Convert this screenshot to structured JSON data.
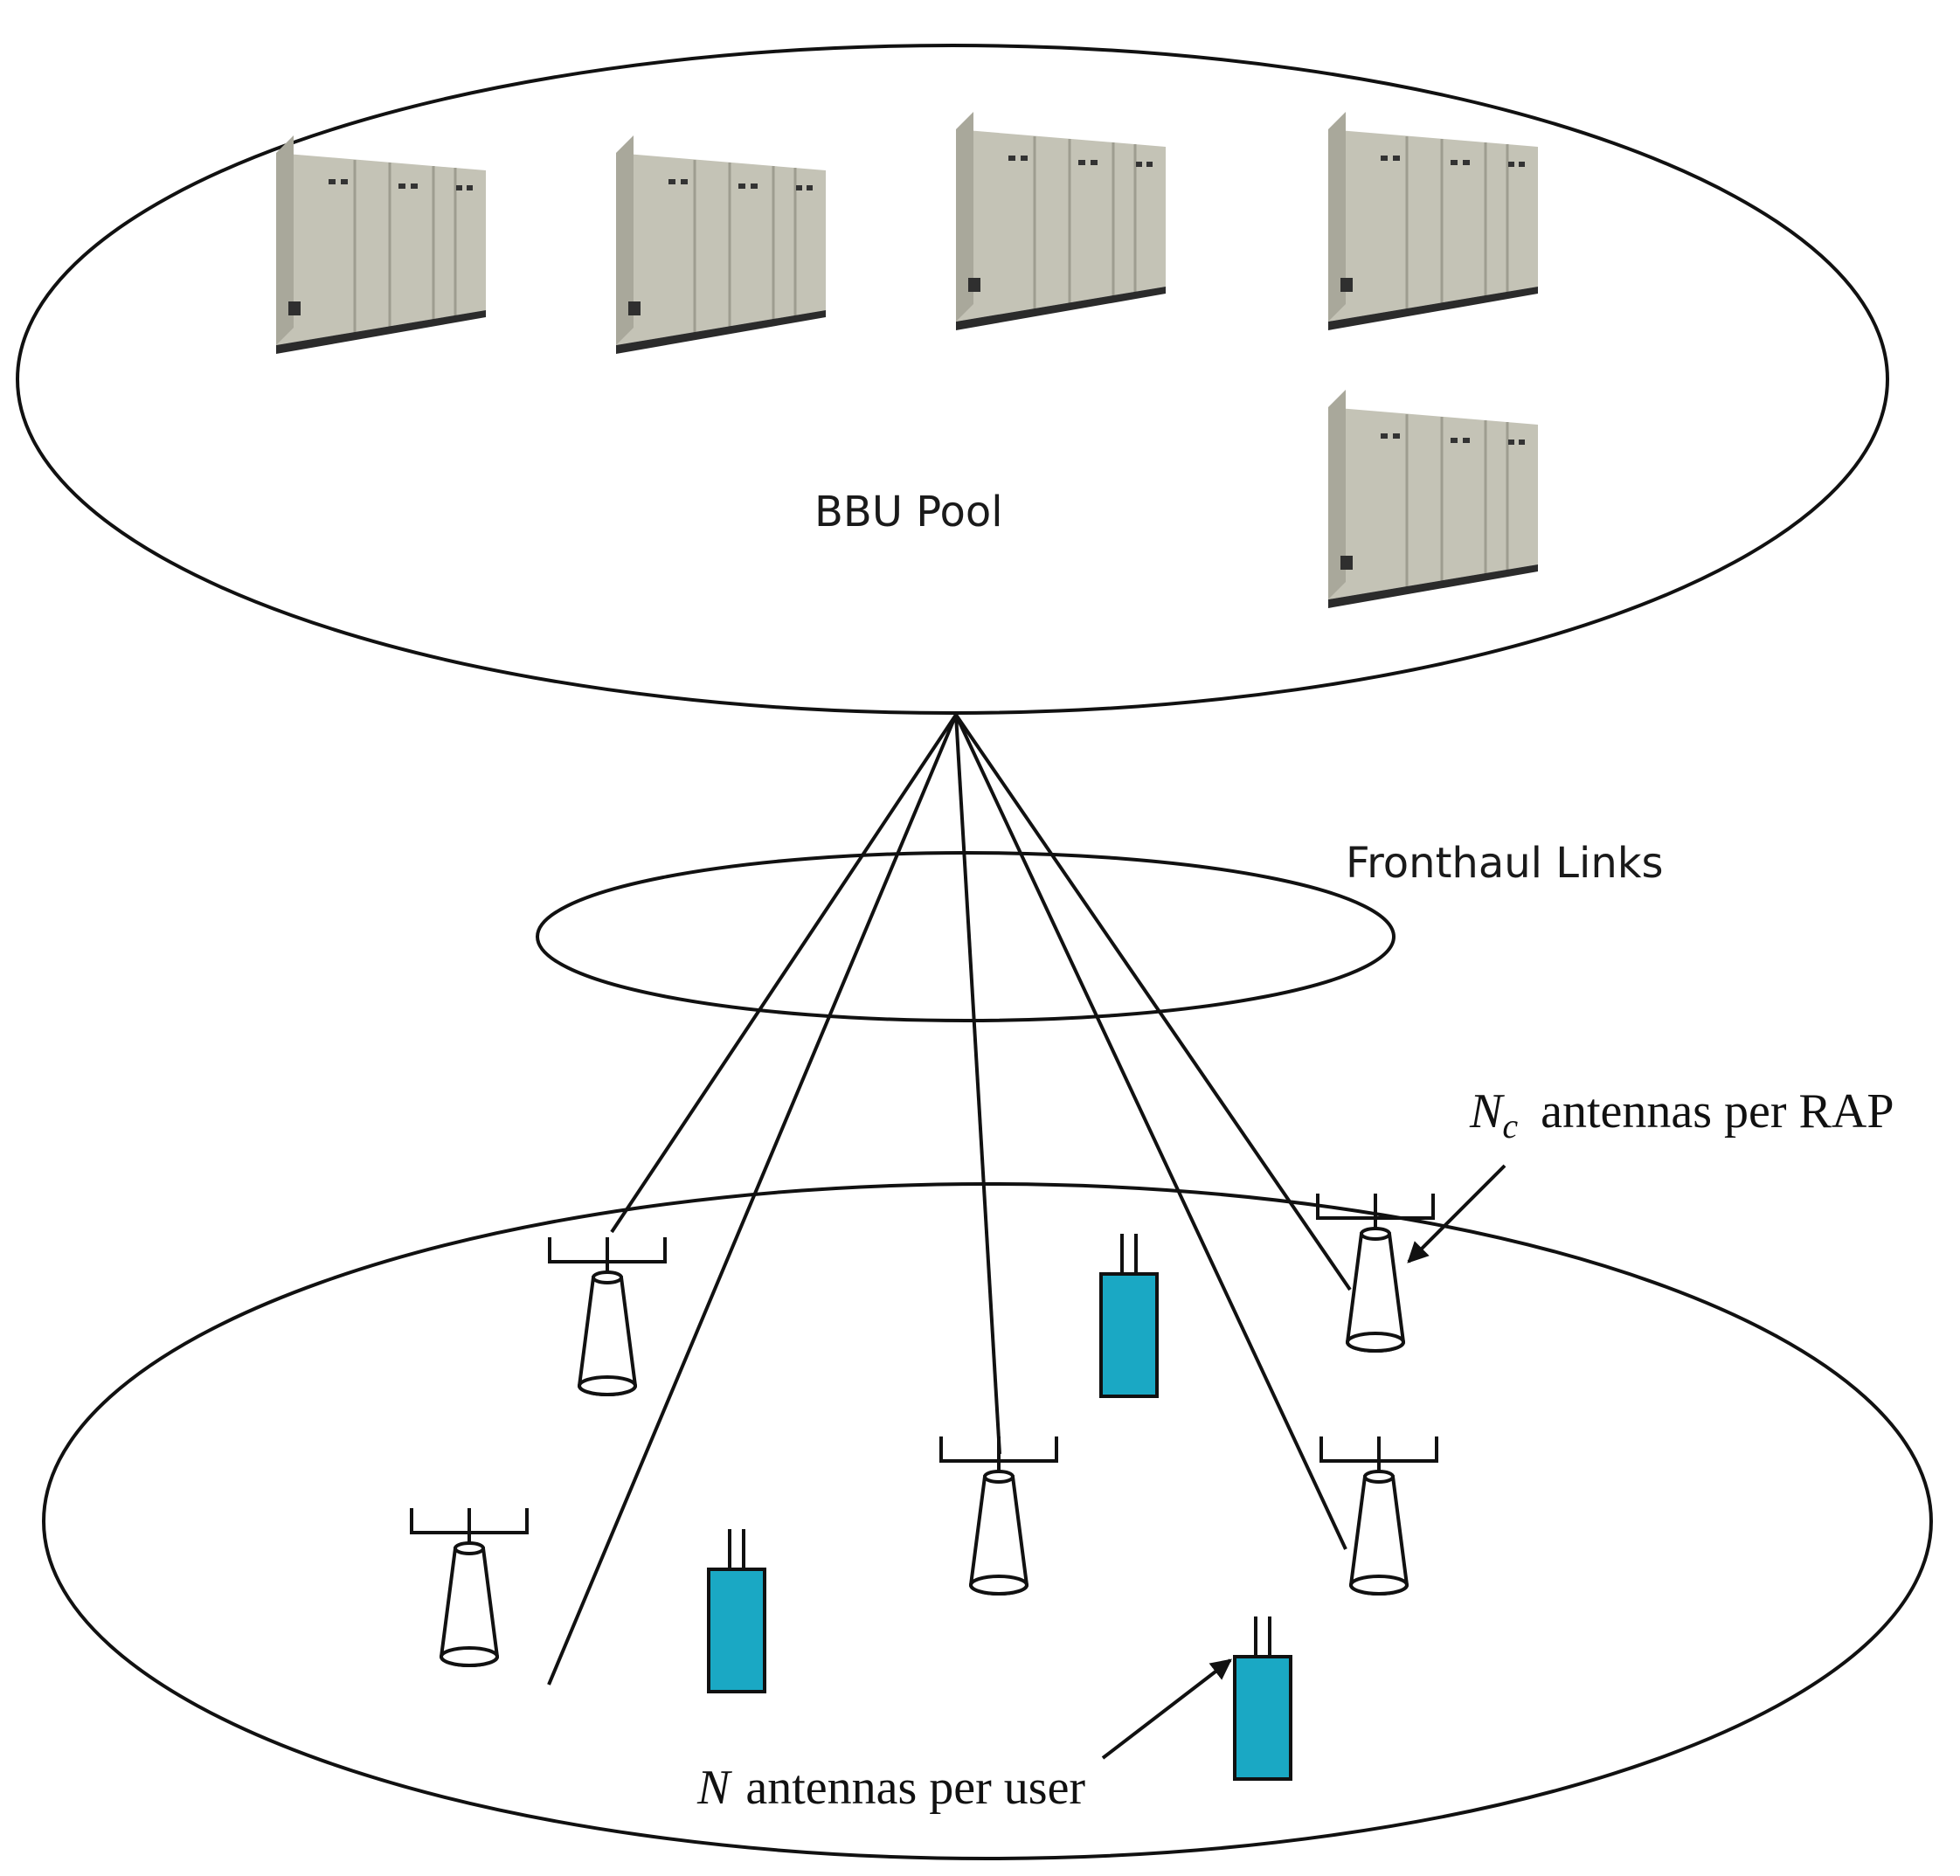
{
  "labels": {
    "bbu_pool": "BBU Pool",
    "fronthaul": "Fronthaul Links",
    "rap_var": "N",
    "rap_sub": "c",
    "rap_text": "antennas per RAP",
    "user_var": "N",
    "user_text": "antennas per user"
  },
  "colors": {
    "user_device": "#1aa8c4",
    "cabinet_body": "#c4c3b6",
    "cabinet_base": "#2b2b2b",
    "line": "#111111"
  },
  "icons": {
    "server": "server-cabinet-icon",
    "rap": "rap-antenna-icon",
    "user": "user-device-icon"
  }
}
